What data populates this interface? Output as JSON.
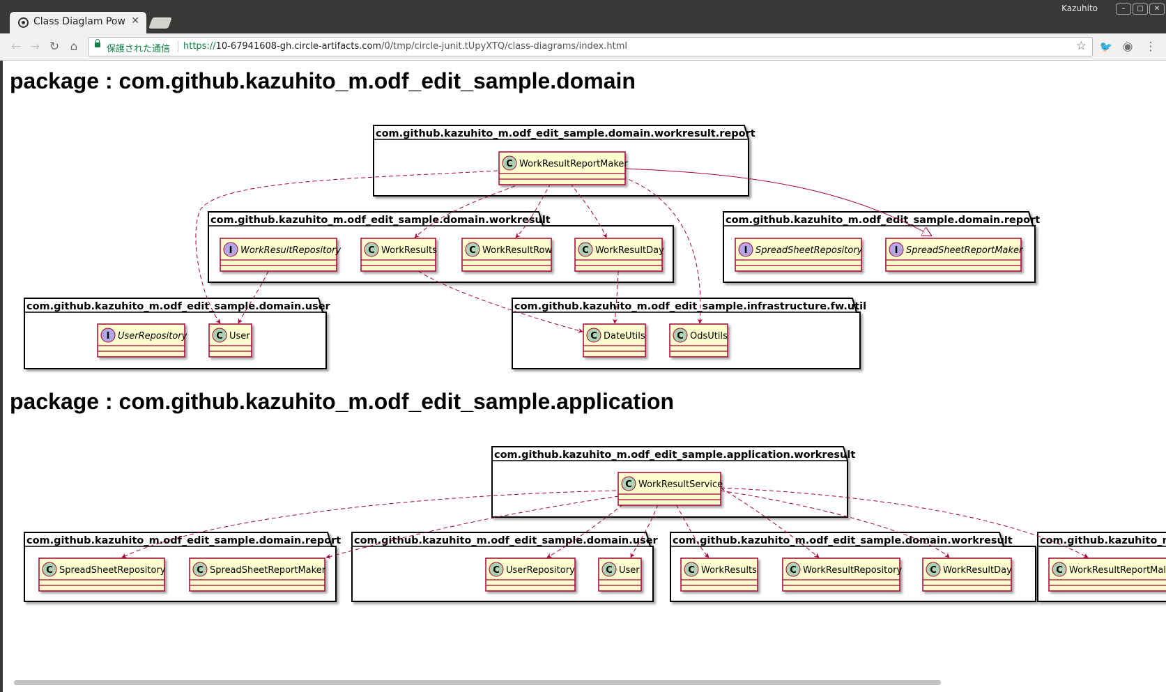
{
  "browser": {
    "tab_title": "Class Diaglam Pow",
    "user_name": "Kazuhito",
    "secure_label": "保護された通信",
    "url_scheme": "https://",
    "url_host": "10-67941608-gh.circle-artifacts.com",
    "url_path": "/0/tmp/circle-junit.tUpyXTQ/class-diagrams/index.html",
    "icons": [
      "back-icon",
      "forward-icon",
      "reload-icon",
      "home-icon",
      "lock-icon",
      "star-icon",
      "twitter-icon",
      "extension-icon",
      "menu-icon"
    ]
  },
  "colors": {
    "class_fill": "#fefece",
    "class_border": "#a80036",
    "arrow": "#a80036",
    "class_glyph": "#add1b2",
    "interface_glyph": "#b4a7e5"
  },
  "sections": [
    {
      "heading": "package : com.github.kazuhito_m.odf_edit_sample.domain"
    },
    {
      "heading": "package : com.github.kazuhito_m.odf_edit_sample.application"
    }
  ],
  "packages": [
    {
      "id": "d_report_maker",
      "name": "com.github.kazuhito_m.odf_edit_sample.domain.workresult.report"
    },
    {
      "id": "d_workresult",
      "name": "com.github.kazuhito_m.odf_edit_sample.domain.workresult"
    },
    {
      "id": "d_report",
      "name": "com.github.kazuhito_m.odf_edit_sample.domain.report"
    },
    {
      "id": "d_user",
      "name": "com.github.kazuhito_m.odf_edit_sample.domain.user"
    },
    {
      "id": "d_util",
      "name": "com.github.kazuhito_m.odf_edit_sample.infrastructure.fw.util"
    },
    {
      "id": "a_workresult",
      "name": "com.github.kazuhito_m.odf_edit_sample.application.workresult"
    },
    {
      "id": "a_report",
      "name": "com.github.kazuhito_m.odf_edit_sample.domain.report"
    },
    {
      "id": "a_user",
      "name": "com.github.kazuhito_m.odf_edit_sample.domain.user"
    },
    {
      "id": "a_workresult2",
      "name": "com.github.kazuhito_m.odf_edit_sample.domain.workresult"
    },
    {
      "id": "a_cut",
      "name": "com.github.kazuhito_m"
    }
  ],
  "classes": [
    {
      "id": "c_wrrm",
      "name": "WorkResultReportMaker",
      "kind": "C"
    },
    {
      "id": "c_wrrepo",
      "name": "WorkResultRepository",
      "kind": "I"
    },
    {
      "id": "c_wrs",
      "name": "WorkResults",
      "kind": "C"
    },
    {
      "id": "c_wrrow",
      "name": "WorkResultRow",
      "kind": "C"
    },
    {
      "id": "c_wrday",
      "name": "WorkResultDay",
      "kind": "C"
    },
    {
      "id": "c_ssrepo",
      "name": "SpreadSheetRepository",
      "kind": "I"
    },
    {
      "id": "c_ssrm",
      "name": "SpreadSheetReportMaker",
      "kind": "I"
    },
    {
      "id": "c_urepo",
      "name": "UserRepository",
      "kind": "I"
    },
    {
      "id": "c_user",
      "name": "User",
      "kind": "C"
    },
    {
      "id": "c_date",
      "name": "DateUtils",
      "kind": "C"
    },
    {
      "id": "c_ods",
      "name": "OdsUtils",
      "kind": "C"
    },
    {
      "id": "c_wrsvc",
      "name": "WorkResultService",
      "kind": "C"
    },
    {
      "id": "a_ssrepo",
      "name": "SpreadSheetRepository",
      "kind": "C"
    },
    {
      "id": "a_ssrm",
      "name": "SpreadSheetReportMaker",
      "kind": "C"
    },
    {
      "id": "a_urepo",
      "name": "UserRepository",
      "kind": "C"
    },
    {
      "id": "a_user",
      "name": "User",
      "kind": "C"
    },
    {
      "id": "a_wrs",
      "name": "WorkResults",
      "kind": "C"
    },
    {
      "id": "a_wrrepo",
      "name": "WorkResultRepository",
      "kind": "C"
    },
    {
      "id": "a_wrday",
      "name": "WorkResultDay",
      "kind": "C"
    },
    {
      "id": "a_wrrm",
      "name": "WorkResultReportMal",
      "kind": "C"
    }
  ]
}
